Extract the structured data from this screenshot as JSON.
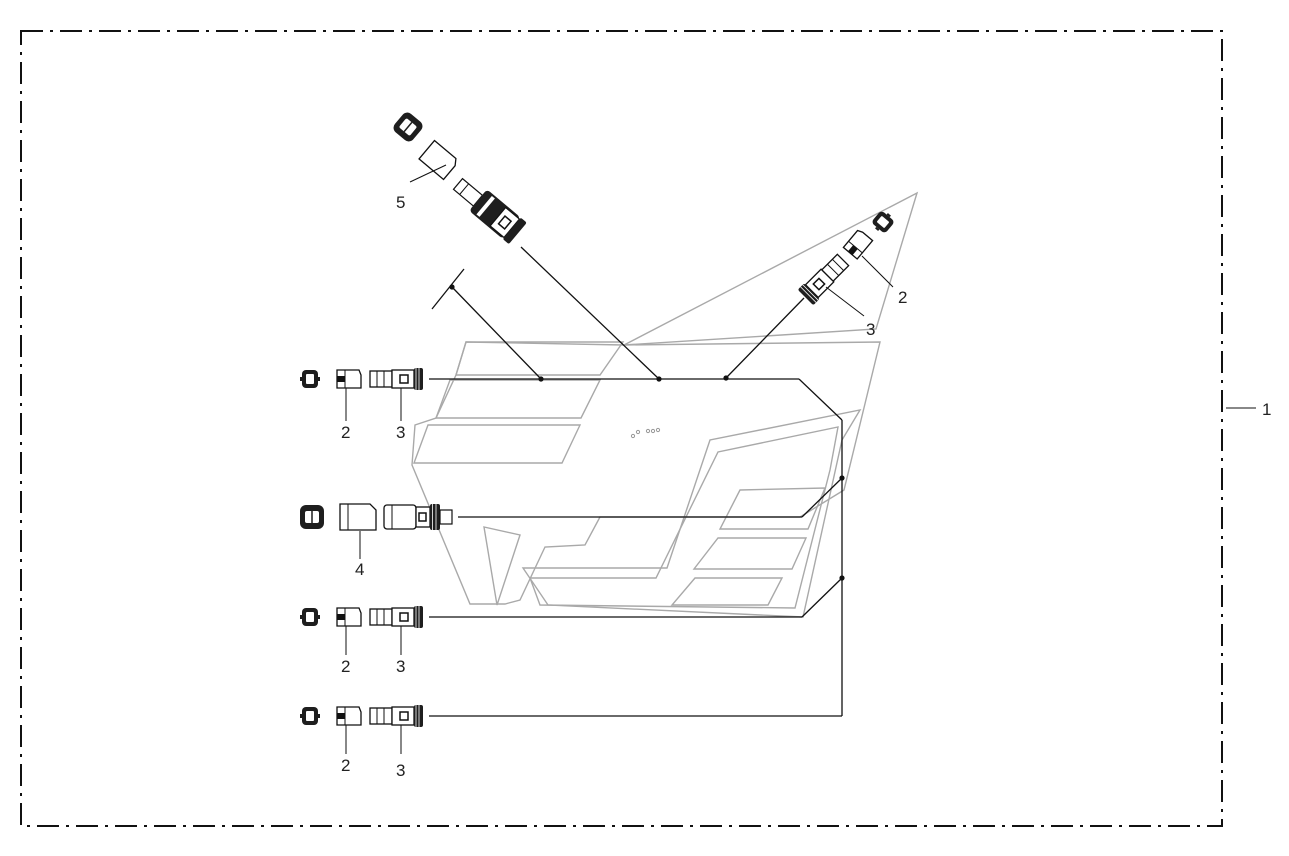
{
  "callouts": {
    "kit": "1",
    "c5": "5",
    "tr_2": "2",
    "tr_3": "3",
    "r1_2": "2",
    "r1_3": "3",
    "r2_4": "4",
    "r3_2": "2",
    "r3_3": "3",
    "r4_2": "2",
    "r4_3": "3"
  },
  "colors": {
    "ink": "#111111",
    "panel_outline": "#a9a9a9",
    "connector_dark": "#1e1e1e",
    "connector_light": "#ffffff"
  }
}
